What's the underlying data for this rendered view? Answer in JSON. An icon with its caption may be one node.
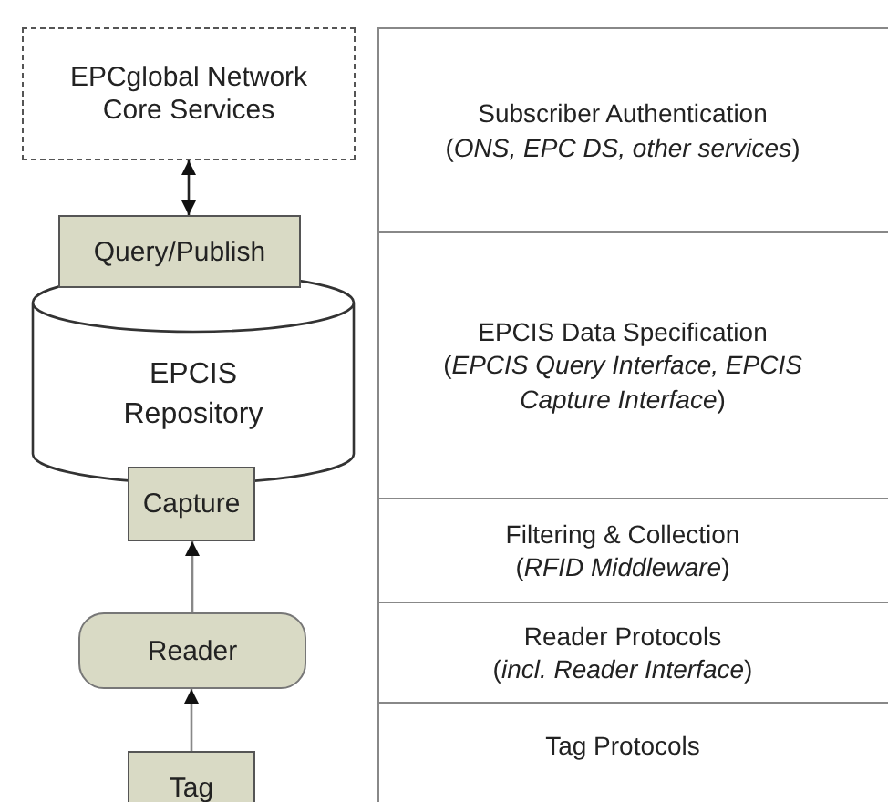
{
  "diagram": {
    "nodes": [
      {
        "text": [
          "EPCglobal Network Core Services"
        ]
      },
      {
        "text": [
          "Query/Publish"
        ]
      },
      {
        "text": [
          "EPCIS Repository"
        ]
      },
      {
        "text": [
          "Capture"
        ]
      },
      {
        "text": [
          "Reader"
        ]
      },
      {
        "text": [
          "Tag"
        ]
      },
      {
        "text": [
          "Subscriber Authentication",
          "(*ONS, EPC DS, other services*)"
        ]
      },
      {
        "text": [
          "EPCIS Data Specification",
          "(*EPCIS Query Interface, EPCIS Capture Interface*)"
        ]
      },
      {
        "text": [
          "Filtering & Collection",
          "(*RFID Middleware*)"
        ]
      },
      {
        "text": [
          "Reader Protocols",
          "(*incl. Reader Interface*)"
        ]
      },
      {
        "text": [
          "Tag Protocols"
        ]
      }
    ],
    "edges": [
      {
        "from": 0,
        "to": 1,
        "arrow": "both",
        "color": "#222222"
      },
      {
        "from": 4,
        "to": 3,
        "arrow": "to"
      },
      {
        "from": 5,
        "to": 4,
        "arrow": "to"
      }
    ]
  }
}
